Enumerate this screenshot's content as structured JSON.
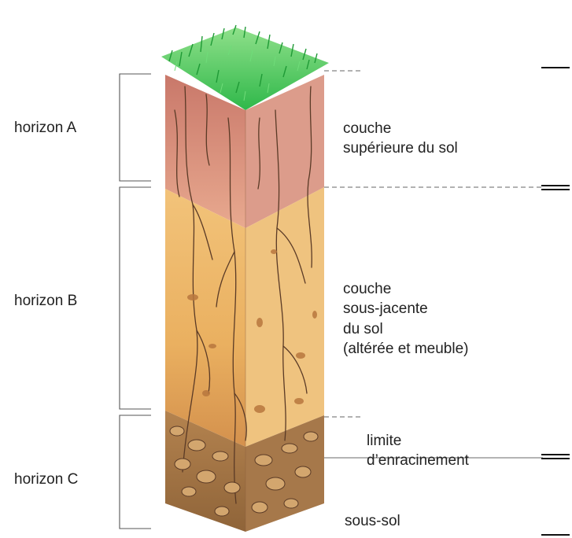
{
  "horizons": {
    "a": {
      "name": "horizon A",
      "description": [
        "couche",
        "supérieure du sol"
      ]
    },
    "b": {
      "name": "horizon B",
      "description": [
        "couche",
        "sous-jacente",
        "du sol",
        "(altérée et meuble)"
      ]
    },
    "c": {
      "name": "horizon C",
      "description": [
        "sous-sol"
      ]
    }
  },
  "root_limit": [
    "limite",
    "d’enracinement"
  ],
  "colors": {
    "grass": "#3cc84a",
    "horizon_a": "#d68a78",
    "horizon_b": "#ecb463",
    "horizon_c": "#a7744a",
    "roots": "#5a3a26",
    "lines": "#555555"
  }
}
